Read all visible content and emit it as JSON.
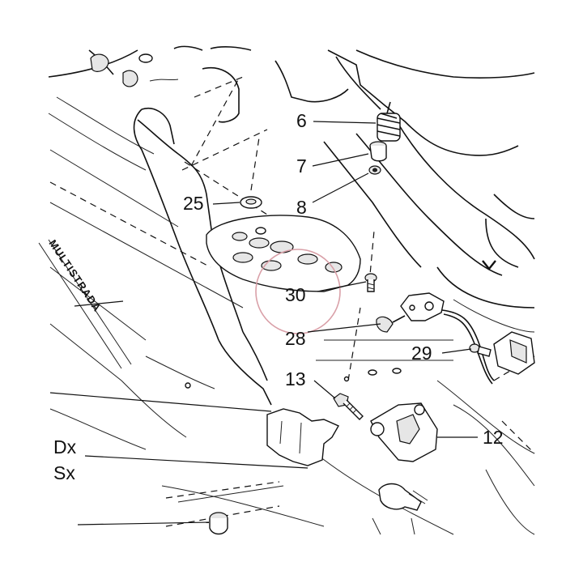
{
  "diagram": {
    "brand_text": "MULTISTRADA",
    "callouts": [
      "6",
      "7",
      "8",
      "25",
      "30",
      "28",
      "29",
      "13",
      "12",
      "Dx",
      "Sx"
    ],
    "highlight_color": "#d9a0a8",
    "ink_color": "#111111"
  }
}
